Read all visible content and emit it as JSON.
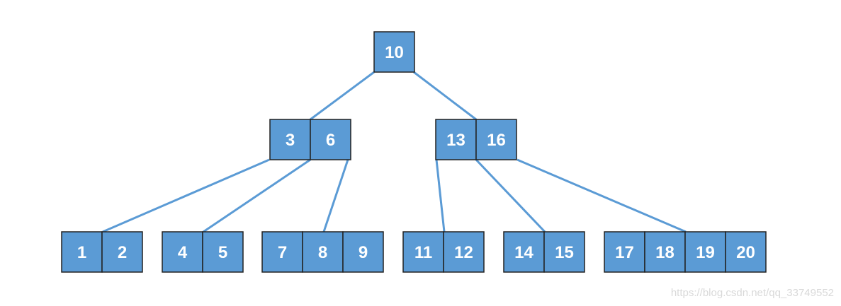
{
  "tree": {
    "root": {
      "keys": [
        "10"
      ]
    },
    "level1": [
      {
        "keys": [
          "3",
          "6"
        ]
      },
      {
        "keys": [
          "13",
          "16"
        ]
      }
    ],
    "leaves": [
      {
        "keys": [
          "1",
          "2"
        ]
      },
      {
        "keys": [
          "4",
          "5"
        ]
      },
      {
        "keys": [
          "7",
          "8",
          "9"
        ]
      },
      {
        "keys": [
          "11",
          "12"
        ]
      },
      {
        "keys": [
          "14",
          "15"
        ]
      },
      {
        "keys": [
          "17",
          "18",
          "19",
          "20"
        ]
      }
    ]
  },
  "colors": {
    "node_fill": "#5b9bd5",
    "edge": "#5b9bd5",
    "node_border": "#222222",
    "key_text": "#ffffff"
  },
  "watermark": "https://blog.csdn.net/qq_33749552"
}
